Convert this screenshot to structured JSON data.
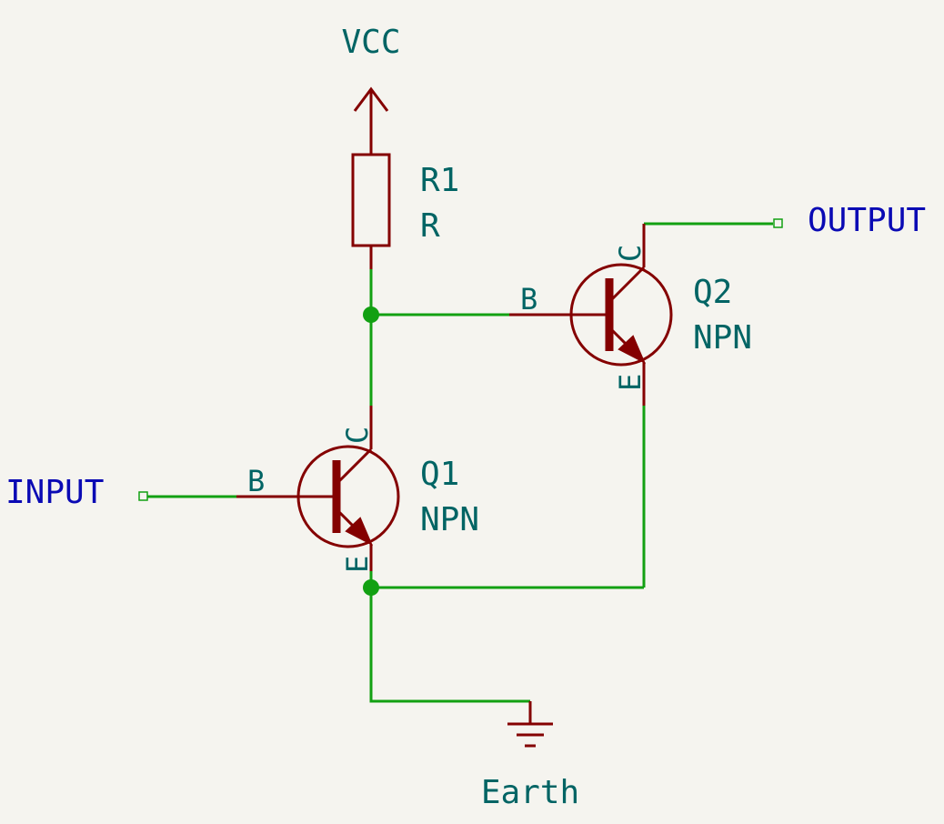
{
  "power": {
    "vcc": "VCC",
    "ground": "Earth"
  },
  "resistor": {
    "ref": "R1",
    "value": "R"
  },
  "q1": {
    "ref": "Q1",
    "value": "NPN",
    "pin_c": "C",
    "pin_b": "B",
    "pin_e": "E"
  },
  "q2": {
    "ref": "Q2",
    "value": "NPN",
    "pin_c": "C",
    "pin_b": "B",
    "pin_e": "E"
  },
  "ports": {
    "input": "INPUT",
    "output": "OUTPUT"
  },
  "colors": {
    "background": "#f5f4ef",
    "wire": "#12a012",
    "component": "#840000",
    "label": "#006464",
    "port_label": "#0a0ab4"
  }
}
